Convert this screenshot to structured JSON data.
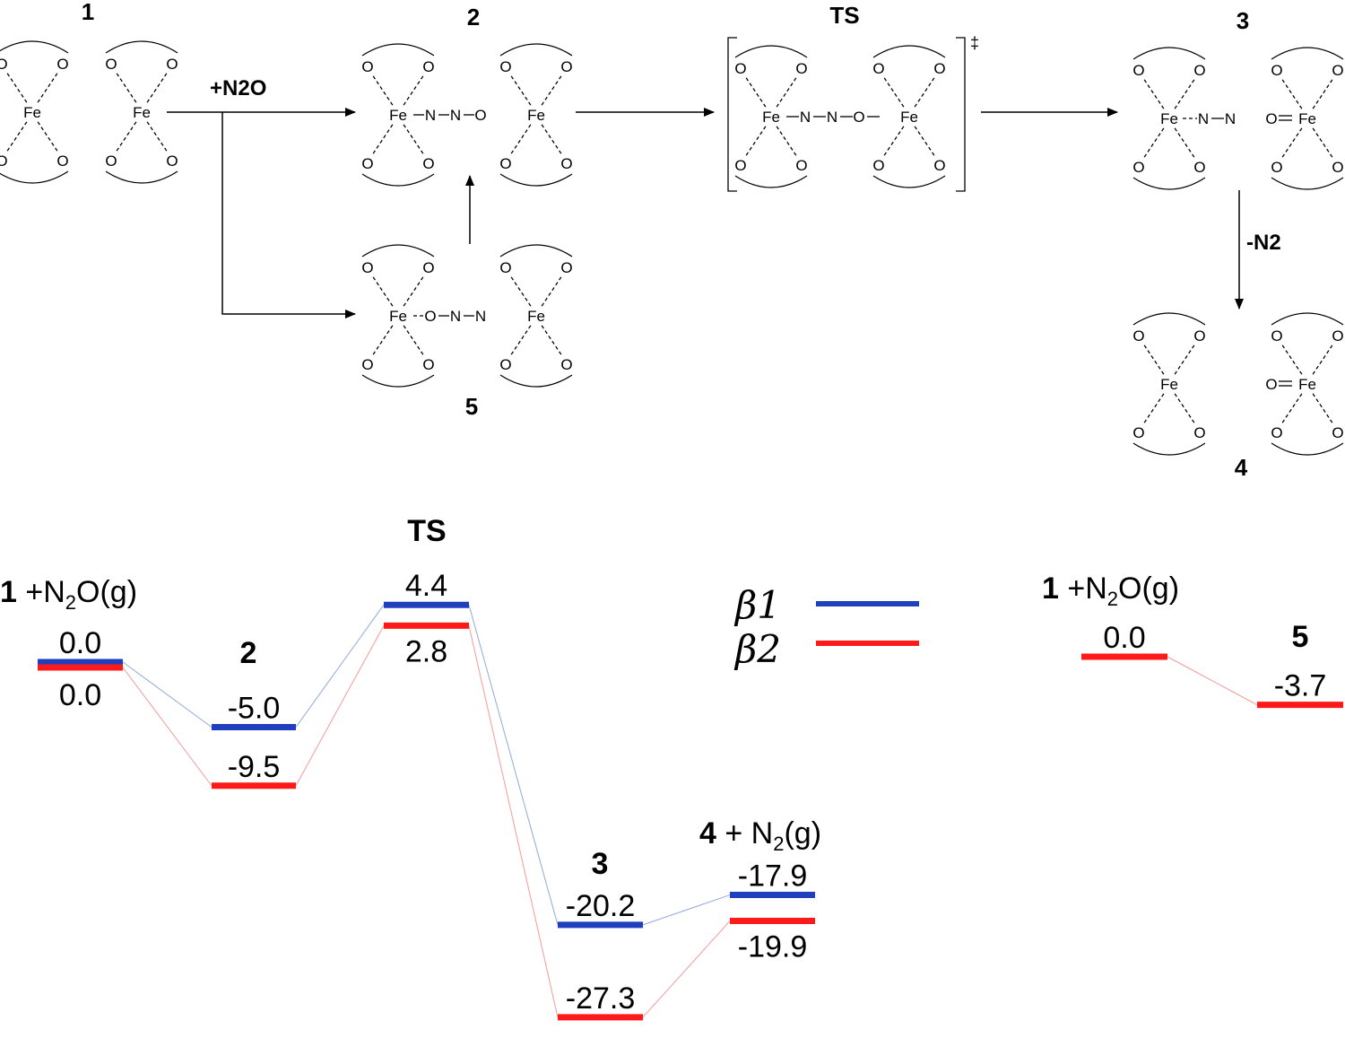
{
  "scheme": {
    "label_1": "1",
    "label_2": "2",
    "label_ts": "TS",
    "label_3": "3",
    "label_4": "4",
    "label_5": "5",
    "add_reagent": "+N2O",
    "minus_reagent": "-N2",
    "dagger": "‡",
    "atoms": {
      "fe": "Fe",
      "o": "O",
      "n": "N"
    }
  },
  "legend": [
    {
      "name": "β1",
      "color": "#1f3fbf"
    },
    {
      "name": "β2",
      "color": "#ff1a1a"
    }
  ],
  "chart_data": {
    "type": "energy_diagram",
    "states": [
      {
        "id": "1",
        "label": "1 +N2O(g)",
        "beta1": 0.0,
        "beta2": 0.0,
        "beta1_text": "0.0",
        "beta2_text": "0.0"
      },
      {
        "id": "2",
        "label": "2",
        "beta1": -5.0,
        "beta2": -9.5,
        "beta1_text": "-5.0",
        "beta2_text": "-9.5"
      },
      {
        "id": "TS",
        "label": "TS",
        "beta1": 4.4,
        "beta2": 2.8,
        "beta1_text": "4.4",
        "beta2_text": "2.8"
      },
      {
        "id": "3",
        "label": "3",
        "beta1": -20.2,
        "beta2": -27.3,
        "beta1_text": "-20.2",
        "beta2_text": "-27.3"
      },
      {
        "id": "4",
        "label": "4 + N2(g)",
        "beta1": -17.9,
        "beta2": -19.9,
        "beta1_text": "-17.9",
        "beta2_text": "-19.9"
      }
    ],
    "side_path": [
      {
        "id": "1",
        "label": "1 +N2O(g)",
        "beta2": 0.0,
        "text": "0.0"
      },
      {
        "id": "5",
        "label": "5",
        "beta2": -3.7,
        "text": "-3.7"
      }
    ]
  }
}
